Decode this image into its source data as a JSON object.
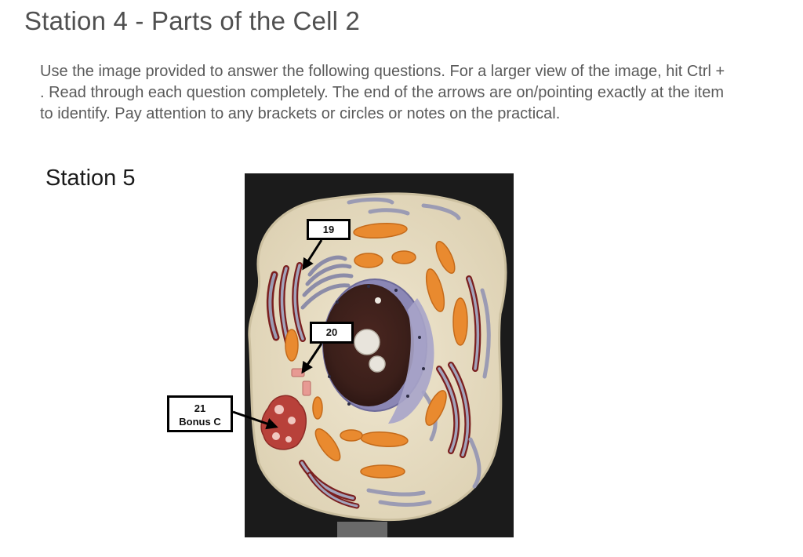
{
  "page": {
    "title": "Station 4 - Parts of the Cell 2",
    "instructions": "Use the image provided to answer the following questions. For a larger view of the image, hit Ctrl + . Read through each question completely. The end of the arrows are on/pointing exactly at the item to identify. Pay attention to any brackets or circles or notes on the practical.",
    "station_label": "Station 5"
  },
  "labels": {
    "label_19": "19",
    "label_20": "20",
    "label_21_number": "21",
    "label_21_note": "Bonus C"
  },
  "colors": {
    "text_heading": "#505050",
    "text_body": "#5a5a5a",
    "photo_background": "#1b1b1b",
    "cell_body": "#e9dfc6",
    "nucleus": "#3b1f1a",
    "nuclear_envelope": "#8b87b5",
    "mitochondria": "#e98a2f",
    "golgi_er": "#9b9bb3",
    "ribosome_dots": "#7a1f1f"
  }
}
